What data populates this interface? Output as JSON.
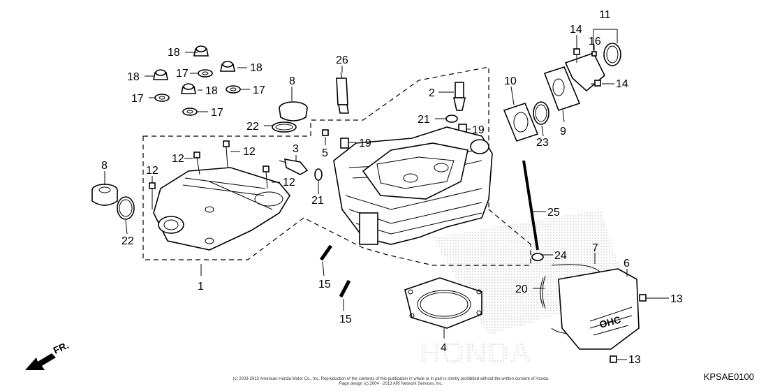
{
  "callouts": {
    "c1": "1",
    "c2": "2",
    "c3": "3",
    "c4": "4",
    "c5": "5",
    "c6": "6",
    "c7": "7",
    "c8a": "8",
    "c8b": "8",
    "c9": "9",
    "c10": "10",
    "c11": "11",
    "c12a": "12",
    "c12b": "12",
    "c12c": "12",
    "c12d": "12",
    "c13a": "13",
    "c13b": "13",
    "c14a": "14",
    "c14b": "14",
    "c15a": "15",
    "c15b": "15",
    "c16": "16",
    "c17a": "17",
    "c17b": "17",
    "c17c": "17",
    "c17d": "17",
    "c18a": "18",
    "c18b": "18",
    "c18c": "18",
    "c18d": "18",
    "c19a": "19",
    "c19b": "19",
    "c20": "20",
    "c21a": "21",
    "c21b": "21",
    "c22a": "22",
    "c22b": "22",
    "c23": "23",
    "c24": "24",
    "c25": "25",
    "c26": "26"
  },
  "direction_label": "FR.",
  "diagram_code": "KPSAE0100",
  "copyright_text": "(c) 2003-2013 American Honda Motor Co., Inc. Reproduction of the contents of this publication in whole or in part is strictly prohibited without the written consent of Honda.",
  "page_design_text": "Page design (c) 2004 - 2013 ARI Network Services, Inc.",
  "cover_emblem_text": "OHC",
  "watermark_text": "HONDA"
}
